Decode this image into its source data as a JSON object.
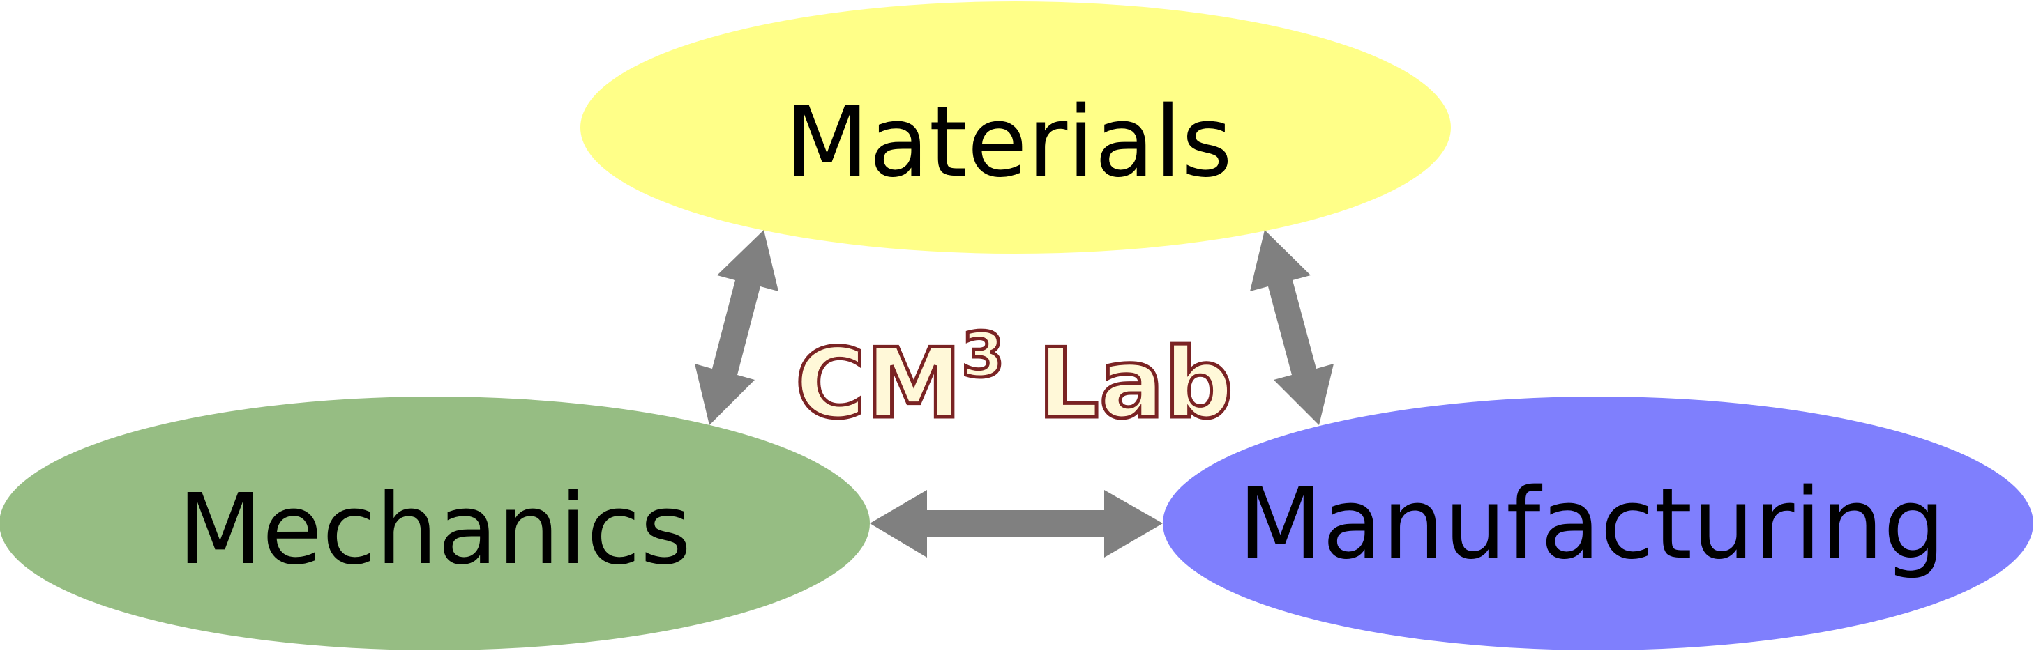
{
  "nodes": {
    "materials": {
      "label": "Materials",
      "color": "#ffff88"
    },
    "mechanics": {
      "label": "Mechanics",
      "color": "#96bd83"
    },
    "manufacturing": {
      "label": "Manufacturing",
      "color": "#7f7ffd"
    }
  },
  "center": {
    "prefix": "CM",
    "superscript": "3",
    "suffix": " Lab",
    "fill_color": "#fff8d8",
    "outline_color": "#7a2323"
  },
  "connectors": {
    "color": "#808080",
    "links": [
      {
        "from": "Materials",
        "to": "Mechanics",
        "type": "bidirectional"
      },
      {
        "from": "Materials",
        "to": "Manufacturing",
        "type": "bidirectional"
      },
      {
        "from": "Mechanics",
        "to": "Manufacturing",
        "type": "bidirectional"
      }
    ]
  }
}
